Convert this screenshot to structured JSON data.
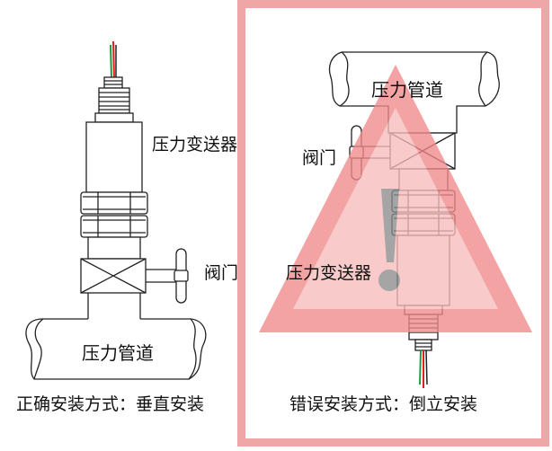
{
  "left": {
    "pipe_label": "压力管道",
    "transmitter_label": "压力变送器",
    "valve_label": "阀门",
    "caption": "正确安装方式：垂直安装"
  },
  "right": {
    "pipe_label": "压力管道",
    "transmitter_label": "压力变送器",
    "valve_label": "阀门",
    "caption": "错误安装方式：倒立安装"
  },
  "colors": {
    "frame": "#eea6a6",
    "warning_triangle": "#f08a8a",
    "warning_triangle_inner": "#fde6e6",
    "exclamation": "#8c8c8c",
    "line": "#222222",
    "wire_red": "#e01e1e",
    "wire_green": "#1f9a3a"
  },
  "icons": {
    "warning": "warning-triangle-icon",
    "valve": "valve-cross-icon"
  }
}
